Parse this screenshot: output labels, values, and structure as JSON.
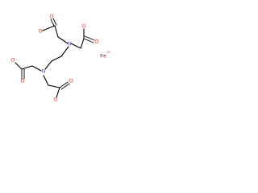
{
  "molecule": {
    "atoms": {
      "o_top_left": {
        "symbol": "O",
        "charge": "-"
      },
      "o_top_left_carbonyl": {
        "symbol": "O",
        "charge": ""
      },
      "o_top_right": {
        "symbol": "O",
        "charge": "-"
      },
      "o_top_right_carbonyl": {
        "symbol": "O",
        "charge": ""
      },
      "n_upper": {
        "symbol": "N",
        "charge": ""
      },
      "n_lower": {
        "symbol": "N",
        "charge": ""
      },
      "o_mid_left": {
        "symbol": "O",
        "charge": "-"
      },
      "o_mid_left_carbonyl": {
        "symbol": "O",
        "charge": ""
      },
      "o_bottom": {
        "symbol": "O",
        "charge": "-"
      },
      "o_bottom_carbonyl": {
        "symbol": "O",
        "charge": ""
      },
      "metal": {
        "symbol": "Fe",
        "charge": "2+"
      }
    },
    "colors": {
      "oxygen": "#e0301e",
      "nitrogen": "#2a3dd6",
      "metal": "#8a1a1a",
      "bond": "#000000"
    }
  }
}
